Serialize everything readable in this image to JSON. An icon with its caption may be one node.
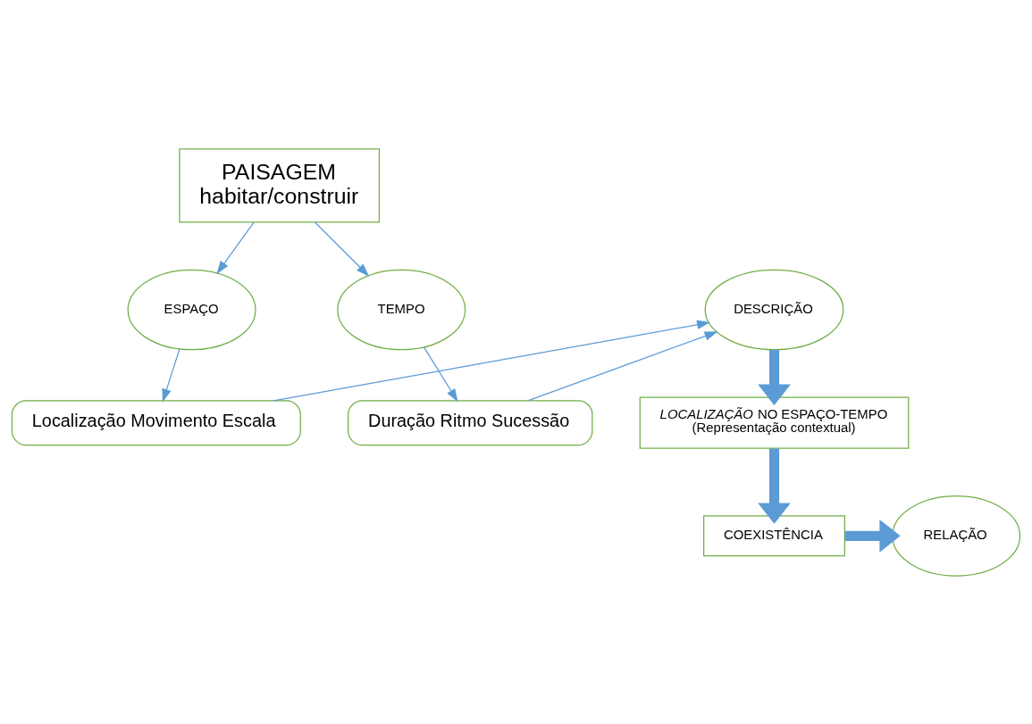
{
  "diagram": {
    "nodes": [
      {
        "text": [
          "PAISAGEM",
          "habitar/construir"
        ]
      },
      {
        "text": [
          "ESPAÇO"
        ]
      },
      {
        "text": [
          "TEMPO"
        ]
      },
      {
        "text": [
          "DESCRIÇÃO"
        ]
      },
      {
        "text": [
          "Localização Movimento Escala"
        ]
      },
      {
        "text": [
          "Duração Ritmo Sucessão"
        ]
      },
      {
        "text": [
          "*LOCALIZAÇÃO* NO ESPAÇO-TEMPO",
          "(Representação contextual)"
        ]
      },
      {
        "text": [
          "COEXISTÊNCIA"
        ]
      },
      {
        "text": [
          "RELAÇÃO"
        ]
      }
    ],
    "edges": [
      {
        "from": 0,
        "to": 1,
        "arrow": "to"
      },
      {
        "from": 0,
        "to": 2,
        "arrow": "to"
      },
      {
        "from": 1,
        "to": 4,
        "arrow": "to"
      },
      {
        "from": 2,
        "to": 5,
        "arrow": "to"
      },
      {
        "from": 4,
        "to": 3,
        "arrow": "to"
      },
      {
        "from": 5,
        "to": 3,
        "arrow": "to"
      },
      {
        "from": 3,
        "to": 6,
        "arrow": "to",
        "style": "thick"
      },
      {
        "from": 6,
        "to": 7,
        "arrow": "to",
        "style": "thick"
      },
      {
        "from": 7,
        "to": 8,
        "arrow": "to",
        "style": "thick"
      }
    ]
  }
}
